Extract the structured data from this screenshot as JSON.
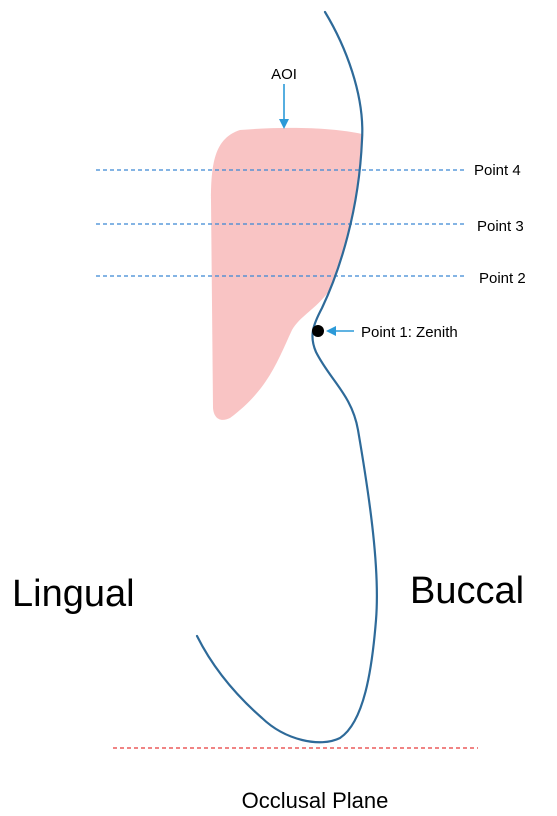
{
  "labels": {
    "aoi": "AOI",
    "point4": "Point 4",
    "point3": "Point 3",
    "point2": "Point 2",
    "point1": "Point 1: Zenith",
    "lingual": "Lingual",
    "buccal": "Buccal",
    "occlusal_plane": "Occlusal Plane"
  },
  "colors": {
    "tooth_outline": "#2e6a99",
    "aoi_region": "#f9c4c4",
    "reference_lines": "#3a86d4",
    "occlusal_line": "#e83a3a",
    "arrows": "#2c9ad8",
    "zenith_point": "#000000"
  }
}
